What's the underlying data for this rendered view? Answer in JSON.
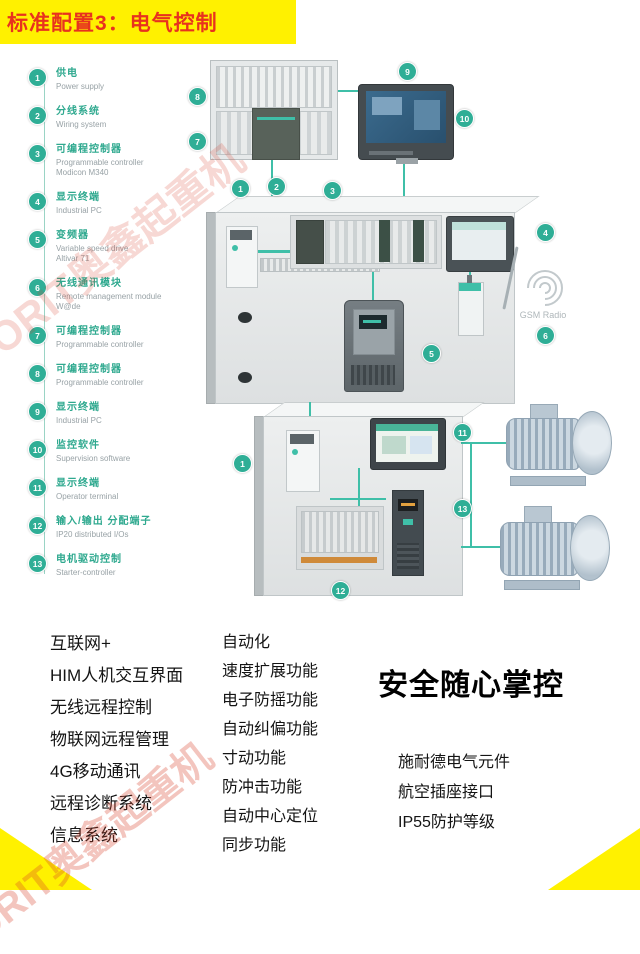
{
  "header": {
    "title": "标准配置3：电气控制"
  },
  "legend": {
    "items": [
      {
        "num": "1",
        "zh": "供电",
        "en": "Power supply"
      },
      {
        "num": "2",
        "zh": "分线系统",
        "en": "Wiring system"
      },
      {
        "num": "3",
        "zh": "可编程控制器",
        "en": "Programmable controller\nModicon M340"
      },
      {
        "num": "4",
        "zh": "显示终端",
        "en": "Industrial PC"
      },
      {
        "num": "5",
        "zh": "变频器",
        "en": "Variable speed drive\nAltivar 71"
      },
      {
        "num": "6",
        "zh": "无线通讯模块",
        "en": "Remote management module\nW@de"
      },
      {
        "num": "7",
        "zh": "可编程控制器",
        "en": "Programmable controller"
      },
      {
        "num": "8",
        "zh": "可编程控制器",
        "en": "Programmable controller"
      },
      {
        "num": "9",
        "zh": "显示终端",
        "en": "Industrial PC"
      },
      {
        "num": "10",
        "zh": "监控软件",
        "en": "Supervision software"
      },
      {
        "num": "11",
        "zh": "显示终端",
        "en": "Operator terminal"
      },
      {
        "num": "12",
        "zh": "输入/输出 分配端子",
        "en": "IP20 distributed I/Os"
      },
      {
        "num": "13",
        "zh": "电机驱动控制",
        "en": "Starter-controller"
      }
    ]
  },
  "diagram": {
    "gsm_label": "GSM Radio",
    "markers": [
      "8",
      "7",
      "9",
      "10",
      "1",
      "2",
      "3",
      "4",
      "5",
      "6",
      "1",
      "11",
      "13",
      "12"
    ]
  },
  "features": {
    "internet": [
      "互联网+",
      "HIM人机交互界面",
      "无线远程控制",
      "物联网远程管理",
      "4G移动通讯",
      "远程诊断系统",
      "信息系统"
    ],
    "automation": [
      "自动化",
      "速度扩展功能",
      "电子防摇功能",
      "自动纠偏功能",
      "寸动功能",
      "防冲击功能",
      "自动中心定位",
      "同步功能"
    ],
    "headline": "安全随心掌控",
    "hardware": [
      "施耐德电气元件",
      "航空插座接口",
      "IP55防护等级"
    ]
  },
  "watermark": {
    "text": "ORIT奥鑫起重机"
  }
}
